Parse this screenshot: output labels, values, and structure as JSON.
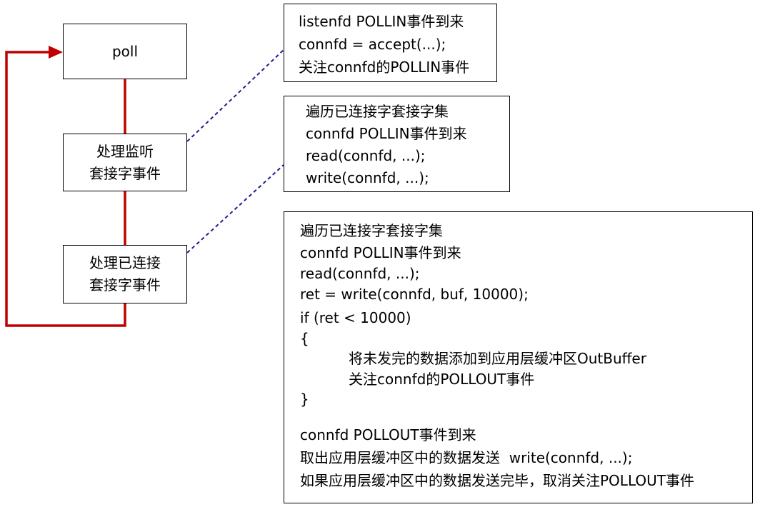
{
  "diagram": {
    "nodes": {
      "poll": {
        "label": "poll"
      },
      "listen": {
        "label_lines": [
          "处理监听",
          "套接字事件"
        ]
      },
      "connected": {
        "label_lines": [
          "处理已连接",
          "套接字事件"
        ]
      }
    },
    "notes": {
      "listen_note": {
        "lines": [
          "listenfd POLLIN事件到来",
          "connfd = accept(...);",
          "关注connfd的POLLIN事件"
        ]
      },
      "read_note": {
        "lines": [
          "遍历已连接字套接字集",
          "connfd POLLIN事件到来",
          "read(connfd, ...);",
          "write(connfd, ...);"
        ]
      },
      "write_note": {
        "lines": [
          "遍历已连接字套接字集",
          "connfd POLLIN事件到来",
          "read(connfd, ...);",
          "ret = write(connfd, buf, 10000);",
          "if (ret < 10000)",
          "{",
          "将未发完的数据添加到应用层缓冲区OutBuffer",
          "关注connfd的POLLOUT事件",
          "}",
          "connfd POLLOUT事件到来",
          "取出应用层缓冲区中的数据发送  write(connfd, ...);",
          "如果应用层缓冲区中的数据发送完毕，取消关注POLLOUT事件"
        ]
      }
    },
    "colors": {
      "flow_line": "#c00000",
      "dashed_connector": "#1f1f8f",
      "box_border": "#000000"
    }
  }
}
